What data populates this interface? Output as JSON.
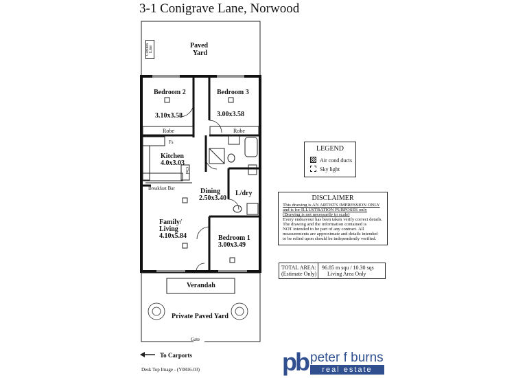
{
  "title": "3-1 Conigrave Lane, Norwood",
  "rooms": {
    "paved_yard": "Paved\nYard",
    "paved_yard_l1": "Paved",
    "paved_yard_l2": "Yard",
    "clothes_line": "Clothes Line",
    "bedroom2": "Bedroom 2",
    "bedroom2_dim": "3.10x3.58",
    "bedroom3": "Bedroom 3",
    "bedroom3_dim": "3.00x3.58",
    "robe_left": "Robe",
    "robe_right": "Robe",
    "fs": "Fs",
    "kitchen": "Kitchen",
    "kitchen_dim": "4.0x3.03",
    "cbd": "Cbd",
    "breakfast_bar": "Breakfast Bar",
    "dining": "Dining",
    "dining_dim": "2.50x3.40",
    "ldry": "L/dry",
    "family_l1": "Family/",
    "family_l2": "Living",
    "family_dim": "4.10x5.84",
    "bedroom1": "Bedroom 1",
    "bedroom1_dim": "3.00x3.49",
    "verandah": "Verandah",
    "private_yard": "Private Paved Yard",
    "gate": "Gate"
  },
  "legend": {
    "title": "LEGEND",
    "air": "Air cond ducts",
    "sky": "Sky light"
  },
  "disclaimer": {
    "title": "DISCLAIMER",
    "l1": "This drawing is AN ARTISTS IMPRESSION ONLY",
    "l2": "and is for ILLUSTRATION PURPOSES only",
    "l3": "(Drawing is not necessarily to scale)",
    "l4": "Every endeavour has been taken verify correct details.",
    "l5": "The drawing and the information contained is",
    "l6": "NOT intended to be part of any contract.  All",
    "l7": "measurements are approximate and details intended",
    "l8": "to be relied upon should be independently verified."
  },
  "total": {
    "label1": "TOTAL AREA:",
    "label2": "(Estimate Only)",
    "value1": "96.85 m squ /  10.30 sqs",
    "value2": "Living Area Only"
  },
  "carports": "To Carports",
  "logo": {
    "initials": "pb",
    "name": "peter f burns",
    "sub": "real estate"
  },
  "footer": "Desk Top Image -   (Y0816-03)"
}
